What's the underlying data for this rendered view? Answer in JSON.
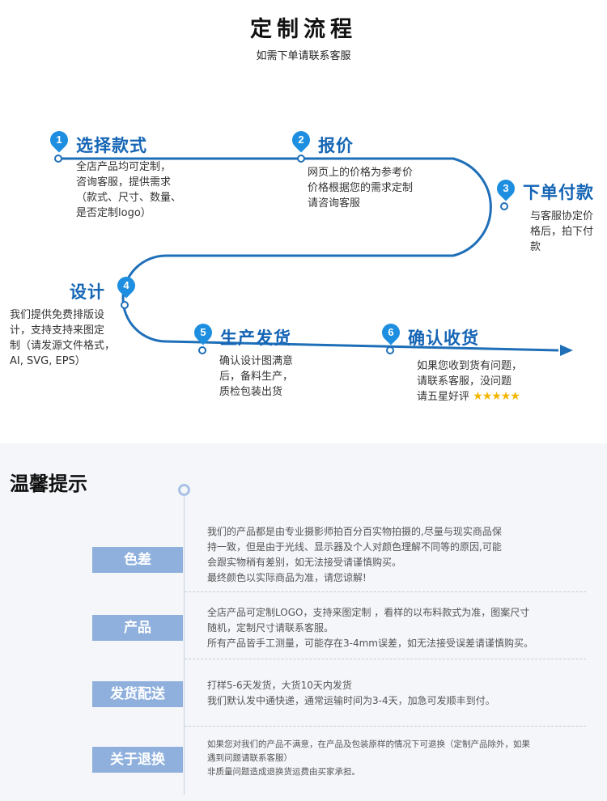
{
  "header": {
    "title": "定制流程",
    "subtitle": "如需下单请联系客服"
  },
  "steps": [
    {
      "num": "1",
      "title": "选择款式",
      "lines": [
        "全店产品均可定制，",
        "咨询客服，提供需求",
        "（款式、尺寸、数量、",
        "是否定制logo）"
      ]
    },
    {
      "num": "2",
      "title": "报价",
      "lines": [
        "网页上的价格为参考价",
        "价格根据您的需求定制",
        "请咨询客服"
      ]
    },
    {
      "num": "3",
      "title": "下单付款",
      "lines": [
        "与客服协定价",
        "格后，拍下付",
        "款"
      ]
    },
    {
      "num": "4",
      "title": "设计",
      "lines": [
        "我们提供免费排版设",
        "计，支持支持来图定",
        "制（请发源文件格式，",
        "AI, SVG, EPS）"
      ]
    },
    {
      "num": "5",
      "title": "生产发货",
      "lines": [
        "确认设计图满意",
        "后，备料生产，",
        "质检包装出货"
      ]
    },
    {
      "num": "6",
      "title": "确认收货",
      "lines": [
        "如果您收到货有问题，",
        "请联系客服，没问题",
        "请五星好评"
      ],
      "stars": "★★★★★"
    }
  ],
  "tips": {
    "title": "温馨提示",
    "items": [
      {
        "label": "色差",
        "lines": [
          "我们的产品都是由专业摄影师拍百分百实物拍摄的,尽量与现实商品保",
          "持一致，但是由于光线、显示器及个人对颜色理解不同等的原因,可能",
          "会跟实物稍有差别，如无法接受请谨慎购买。",
          "最终颜色以实际商品为准，请您谅解!"
        ]
      },
      {
        "label": "产品",
        "lines": [
          "全店产品可定制LOGO，支持来图定制 ，看样的以布料款式为准，图案尺寸",
          "随机，定制尺寸请联系客服。",
          "所有产品皆手工测量，可能存在3-4mm误差，如无法接受误差请谨慎购买。"
        ]
      },
      {
        "label": "发货配送",
        "lines": [
          "打样5-6天发货，大货10天内发货",
          "我们默认发中通快递，通常运输时间为3-4天，加急可发顺丰到付。"
        ]
      },
      {
        "label": "关于退换",
        "lines": [
          "如果您对我们的产品不满意，在产品及包装原样的情况下可退换（定制产品除外，如果",
          "遇到问题请联系客服）",
          "非质量问题造成退换货运费由买家承担。"
        ]
      }
    ]
  },
  "colors": {
    "accent": "#1565b5",
    "route": "#1e6fb8",
    "pin": "#1e8fe0",
    "label_bg": "#8fb0dc"
  }
}
